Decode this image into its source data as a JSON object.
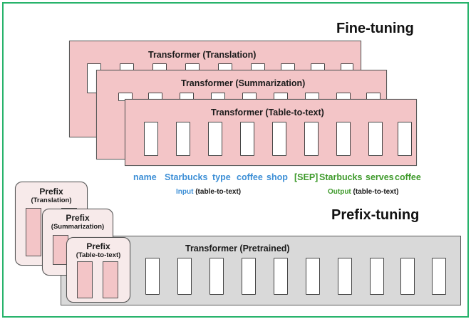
{
  "headings": {
    "fine_tuning": "Fine-tuning",
    "prefix_tuning": "Prefix-tuning"
  },
  "transformers": {
    "translation": "Transformer (Translation)",
    "summarization": "Transformer (Summarization)",
    "table_to_text": "Transformer (Table-to-text)",
    "pretrained": "Transformer  (Pretrained)"
  },
  "tokens": {
    "input": [
      "name",
      "Starbucks",
      "type",
      "coffee",
      "shop"
    ],
    "output": [
      "[SEP]",
      "Starbucks",
      "serves",
      "coffee"
    ]
  },
  "captions": {
    "input_word": "Input",
    "input_suffix": "(table-to-text)",
    "output_word": "Output",
    "output_suffix": "(table-to-text)"
  },
  "prefixes": {
    "title": "Prefix",
    "translation": "(Translation)",
    "summarization": "(Summarization)",
    "table_to_text": "(Table-to-text)"
  },
  "colors": {
    "frame": "#27b36b",
    "transformer_fill": "#f3c5c7",
    "pretrained_fill": "#d9d9d9",
    "input_text": "#3d8fd6",
    "output_text": "#3e9a2b"
  }
}
